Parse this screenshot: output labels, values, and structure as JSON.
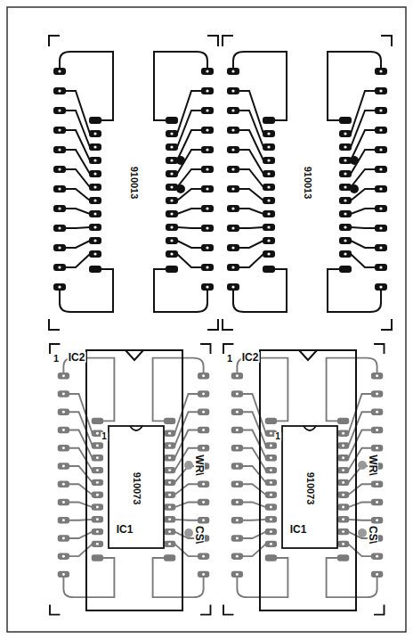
{
  "diagram": {
    "labels": [
      "910013",
      "910013",
      "1",
      "IC2",
      "1",
      "910073",
      "IC1",
      "WR\\",
      "CS\\",
      "1",
      "IC2",
      "1",
      "910073",
      "IC1",
      "WR\\",
      "CS\\"
    ]
  }
}
